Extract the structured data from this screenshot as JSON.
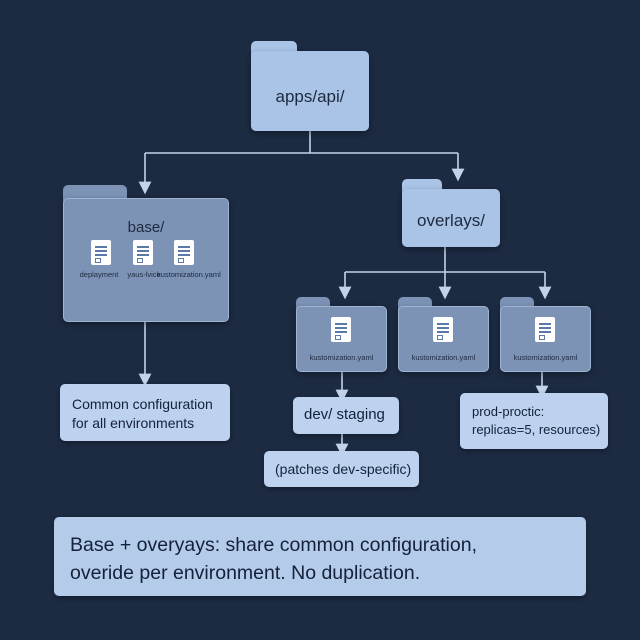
{
  "root": {
    "label": "apps/api/"
  },
  "base": {
    "label": "base/",
    "files": [
      "deplayment",
      "yaus-lvice",
      "kustomization.yaml"
    ]
  },
  "overlays": {
    "label": "overlays/",
    "envs": [
      {
        "file": "kustomization.yaml"
      },
      {
        "file": "kustomization.yaml"
      },
      {
        "file": "kustomization.yaml"
      }
    ]
  },
  "notes": {
    "base": [
      "Common configuration",
      "for all environments"
    ],
    "dev_staging": "dev/  staging",
    "dev_patches": "(patches dev-specific)",
    "prod": [
      "prod-proctic:",
      "replicas=5, resources)"
    ]
  },
  "caption": [
    "Base + overyays: share common configuration,",
    "overide per environment. No duplication."
  ],
  "colors": {
    "background": "#1c2a42",
    "folder_light": "#a9c4e6",
    "folder_dark": "#7d93b5",
    "note": "#bcd2ee",
    "connector": "#c4d3e8"
  }
}
